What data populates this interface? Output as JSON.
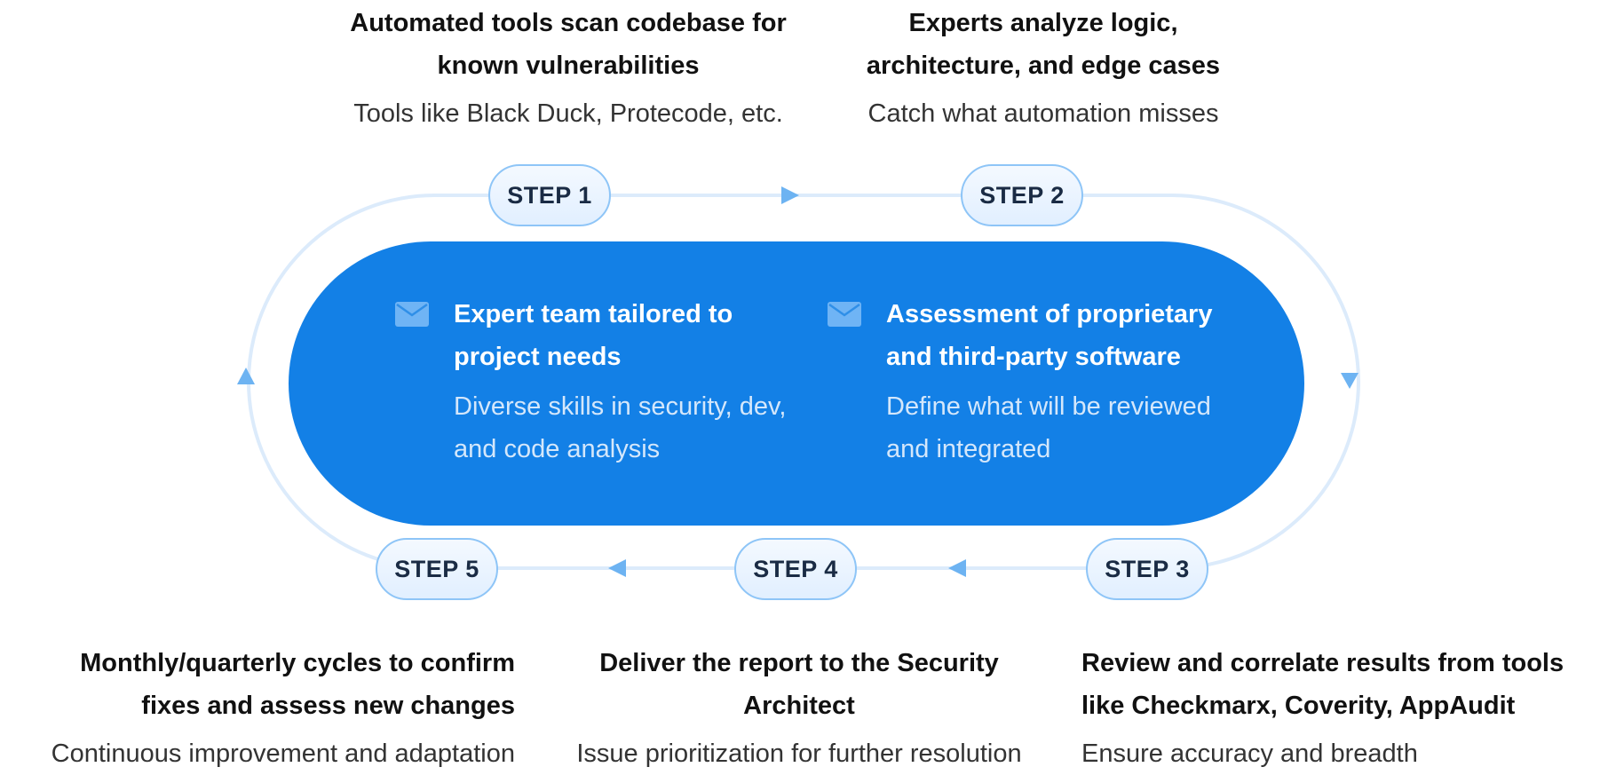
{
  "steps": [
    {
      "label": "STEP 1",
      "title": "Automated tools scan codebase for known vulnerabilities",
      "description": "Tools like Black Duck, Protecode, etc."
    },
    {
      "label": "STEP 2",
      "title": "Experts analyze logic, architecture, and edge cases",
      "description": "Catch what automation misses"
    },
    {
      "label": "STEP 3",
      "title": "Review and correlate results from tools like Checkmarx, Coverity, AppAudit",
      "description": "Ensure accuracy and breadth"
    },
    {
      "label": "STEP 4",
      "title": "Deliver the report to the Security Architect",
      "description": "Issue prioritization for further resolution"
    },
    {
      "label": "STEP 5",
      "title": "Monthly/quarterly cycles to confirm fixes and assess new changes",
      "description": "Continuous improvement and adaptation"
    }
  ],
  "core": {
    "features": [
      {
        "icon": "envelope-icon",
        "title": "Expert team tailored to project needs",
        "description": "Diverse skills in security, dev, and code analysis"
      },
      {
        "icon": "envelope-icon",
        "title": "Assessment of proprietary and third-party software",
        "description": "Define what will be reviewed and integrated"
      }
    ]
  },
  "colors": {
    "core_fill": "#1380e6",
    "loop_track": "#dcebfb",
    "arrow": "#6db3f2",
    "pill_border": "#8ec5f7"
  }
}
